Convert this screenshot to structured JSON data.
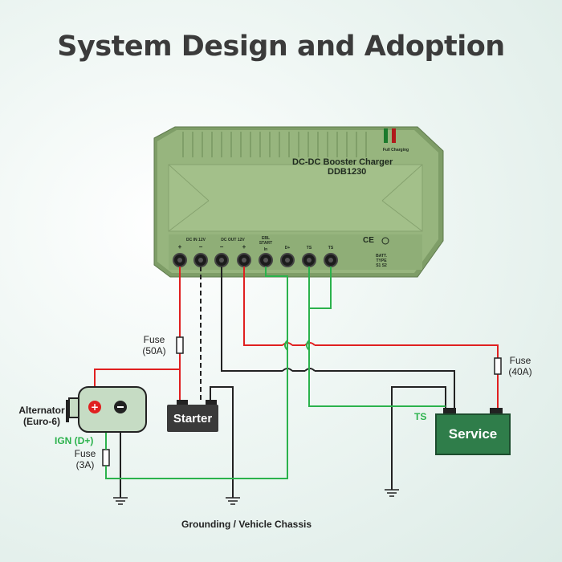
{
  "title": "System Design and Adoption",
  "device": {
    "name": "DC-DC Booster Charger",
    "model": "DDB1230",
    "leds": "Full  Charging",
    "terminal_groups": {
      "dc_in": "DC IN 12V",
      "dc_out": "DC OUT 12V",
      "ebl_start": "EBL START"
    },
    "terminal_signs": [
      "+",
      "−",
      "−",
      "+",
      "In",
      "D+",
      "TS",
      "TS"
    ],
    "batt_type": "BATT. TYPE",
    "batt_switches": "S1  S2",
    "marks": "CE"
  },
  "labels": {
    "fuse_50": "Fuse\n(50A)",
    "fuse_40": "Fuse\n(40A)",
    "fuse_3": "Fuse\n(3A)",
    "alternator": "Alternator\n(Euro-6)",
    "ign": "IGN (D+)",
    "ts": "TS",
    "starter": "Starter",
    "service": "Service",
    "grounding": "Grounding / Vehicle Chassis"
  },
  "colors": {
    "device_body": "#97b57e",
    "positive_wire": "#e02020",
    "ground_wire": "#222222",
    "signal_wire": "#2bb24c",
    "service_battery": "#2f7d4a"
  }
}
